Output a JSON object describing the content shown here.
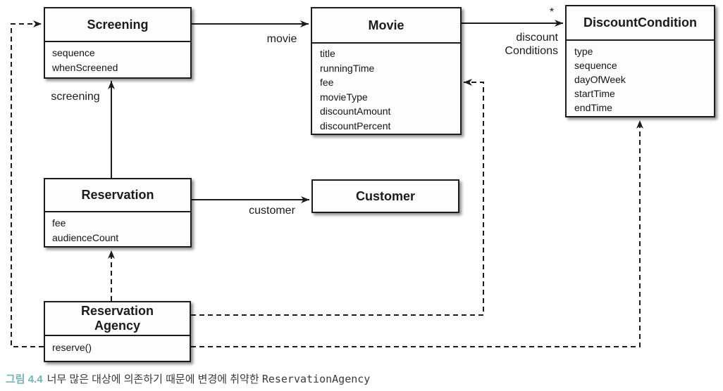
{
  "diagram": {
    "classes": {
      "screening": {
        "name": "Screening",
        "attributes": [
          "sequence",
          "whenScreened"
        ]
      },
      "movie": {
        "name": "Movie",
        "attributes": [
          "title",
          "runningTime",
          "fee",
          "movieType",
          "discountAmount",
          "discountPercent"
        ]
      },
      "discount": {
        "name": "DiscountCondition",
        "attributes": [
          "type",
          "sequence",
          "dayOfWeek",
          "startTime",
          "endTime"
        ]
      },
      "reservation": {
        "name": "Reservation",
        "attributes": [
          "fee",
          "audienceCount"
        ]
      },
      "customer": {
        "name": "Customer",
        "attributes": []
      },
      "agency": {
        "name": "Reservation\nAgency",
        "methods": [
          "reserve()"
        ]
      }
    },
    "edges": [
      {
        "from": "Screening",
        "to": "Movie",
        "type": "association",
        "label": "movie"
      },
      {
        "from": "Movie",
        "to": "DiscountCondition",
        "type": "association",
        "label": "discount\nConditions",
        "multiplicity": "*"
      },
      {
        "from": "Reservation",
        "to": "Screening",
        "type": "association",
        "label": "screening"
      },
      {
        "from": "Reservation",
        "to": "Customer",
        "type": "association",
        "label": "customer"
      },
      {
        "from": "ReservationAgency",
        "to": "Reservation",
        "type": "dependency",
        "label": ""
      },
      {
        "from": "ReservationAgency",
        "to": "Screening",
        "type": "dependency",
        "label": ""
      },
      {
        "from": "ReservationAgency",
        "to": "Movie",
        "type": "dependency",
        "label": ""
      },
      {
        "from": "ReservationAgency",
        "to": "DiscountCondition",
        "type": "dependency",
        "label": ""
      }
    ]
  },
  "caption": {
    "figure_label": "그림 4.4",
    "text": "너무 많은 대상에 의존하기 때문에 변경에 취약한 ",
    "code": "ReservationAgency"
  },
  "colors": {
    "caption_accent": "#74b2b4",
    "line": "#1c1c1c",
    "box_background": "#fdfdfd"
  }
}
